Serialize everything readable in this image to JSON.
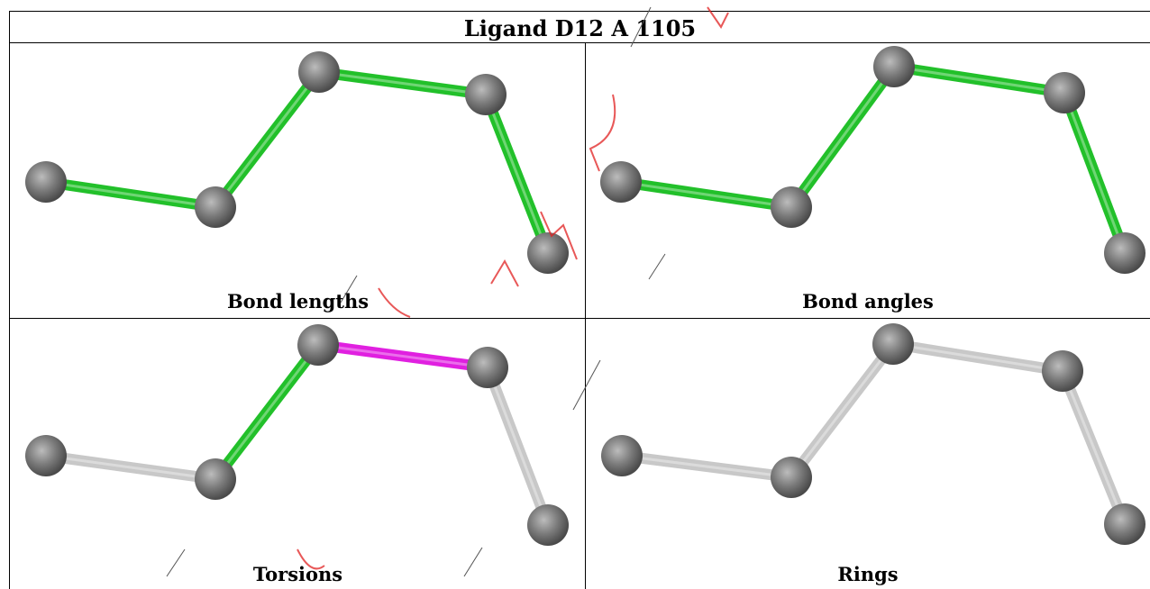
{
  "header": {
    "title": "Ligand D12 A 1105"
  },
  "panels": [
    {
      "caption": "Bond lengths",
      "bond_colors": [
        "#22c02a",
        "#22c02a",
        "#22c02a",
        "#22c02a",
        "#22c02a"
      ]
    },
    {
      "caption": "Bond angles",
      "bond_colors": [
        "#22c02a",
        "#22c02a",
        "#22c02a",
        "#22c02a",
        "#22c02a"
      ]
    },
    {
      "caption": "Torsions",
      "bond_colors": [
        "#c8c8c8",
        "#22c02a",
        "#e020e0",
        "#c8c8c8",
        "#c8c8c8"
      ]
    },
    {
      "caption": "Rings",
      "bond_colors": [
        "#c8c8c8",
        "#c8c8c8",
        "#c8c8c8",
        "#c8c8c8",
        "#c8c8c8"
      ]
    }
  ],
  "colors": {
    "atom": "#7a7a7a",
    "watermark": "#e02020",
    "grid": "#000000"
  }
}
